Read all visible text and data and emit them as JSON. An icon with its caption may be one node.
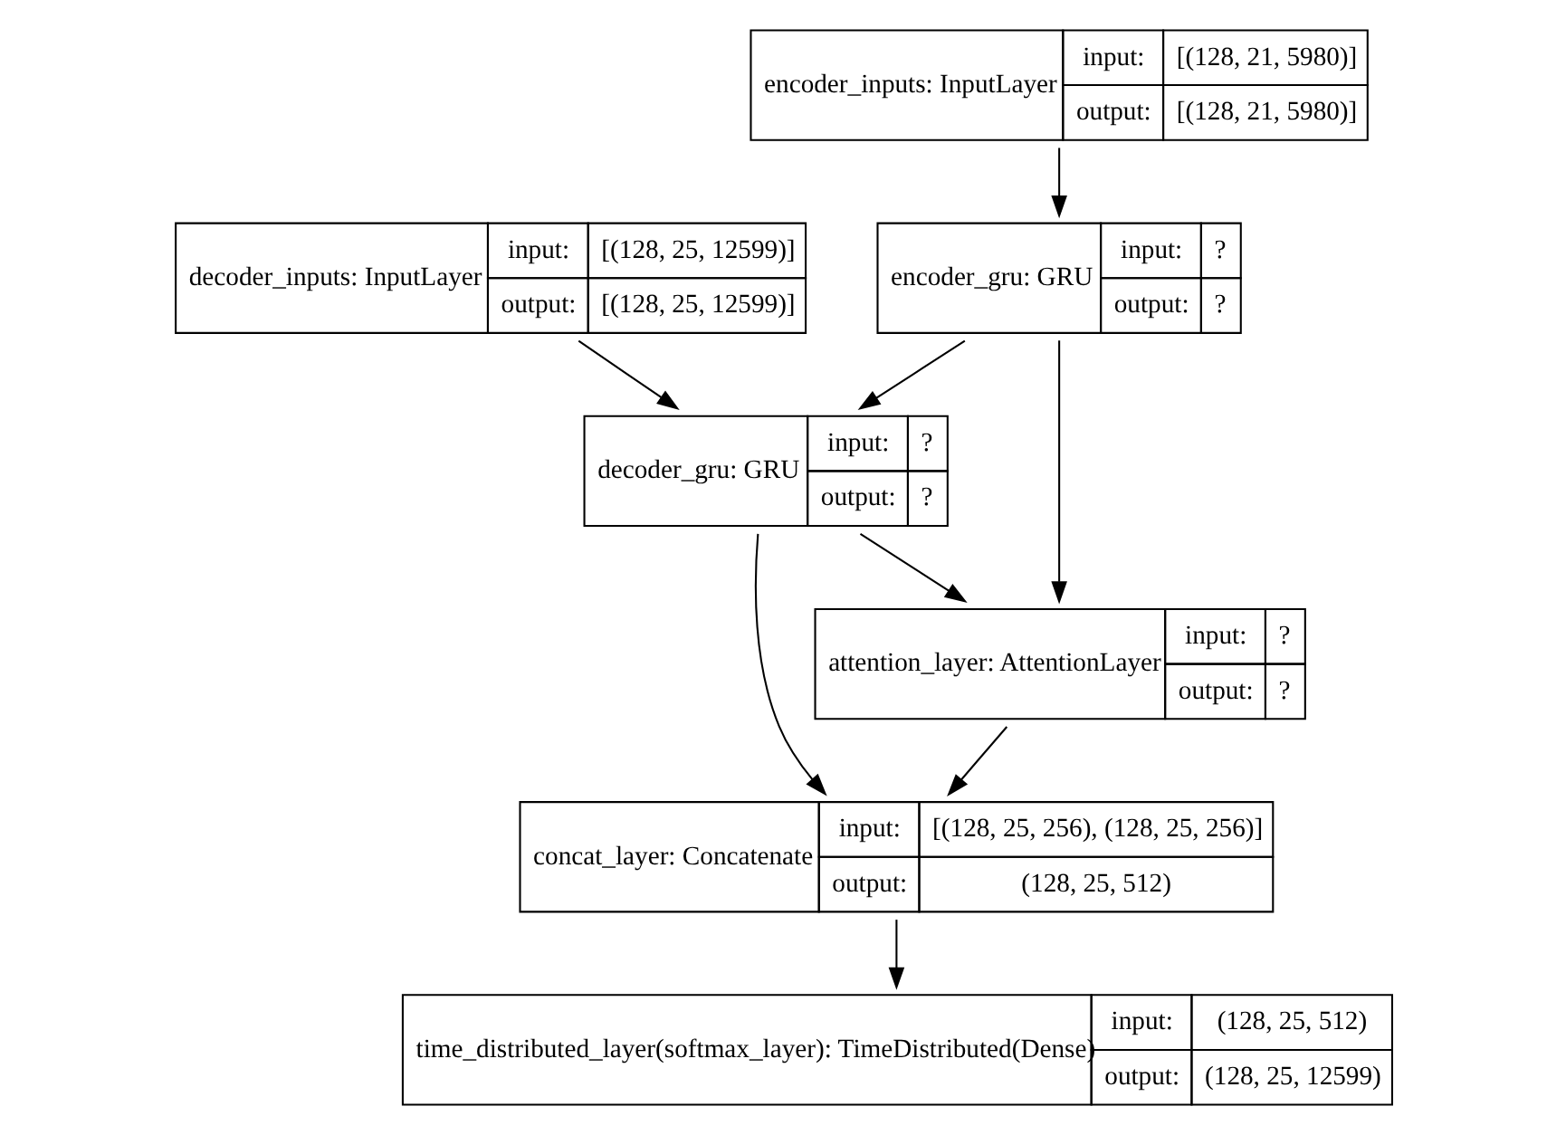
{
  "diagram": {
    "nodes": [
      {
        "text": [
          "encoder_inputs: InputLayer",
          "input:",
          "[(128, 21, 5980)]",
          "output:",
          "[(128, 21, 5980)]"
        ]
      },
      {
        "text": [
          "decoder_inputs: InputLayer",
          "input:",
          "[(128, 25, 12599)]",
          "output:",
          "[(128, 25, 12599)]"
        ]
      },
      {
        "text": [
          "encoder_gru: GRU",
          "input:",
          "?",
          "output:",
          "?"
        ]
      },
      {
        "text": [
          "decoder_gru: GRU",
          "input:",
          "?",
          "output:",
          "?"
        ]
      },
      {
        "text": [
          "attention_layer: AttentionLayer",
          "input:",
          "?",
          "output:",
          "?"
        ]
      },
      {
        "text": [
          "concat_layer: Concatenate",
          "input:",
          "[(128, 25, 256), (128, 25, 256)]",
          "output:",
          "(128, 25, 512)"
        ]
      },
      {
        "text": [
          "time_distributed_layer(softmax_layer): TimeDistributed(Dense)",
          "input:",
          "(128, 25, 512)",
          "output:",
          "(128, 25, 12599)"
        ]
      }
    ],
    "edges": [
      {
        "from": 0,
        "to": 2,
        "arrow": "to"
      },
      {
        "from": 1,
        "to": 3,
        "arrow": "to"
      },
      {
        "from": 2,
        "to": 3,
        "arrow": "to"
      },
      {
        "from": 2,
        "to": 4,
        "arrow": "to"
      },
      {
        "from": 3,
        "to": 4,
        "arrow": "to"
      },
      {
        "from": 3,
        "to": 5,
        "arrow": "to"
      },
      {
        "from": 4,
        "to": 5,
        "arrow": "to"
      },
      {
        "from": 5,
        "to": 6,
        "arrow": "to"
      }
    ]
  }
}
